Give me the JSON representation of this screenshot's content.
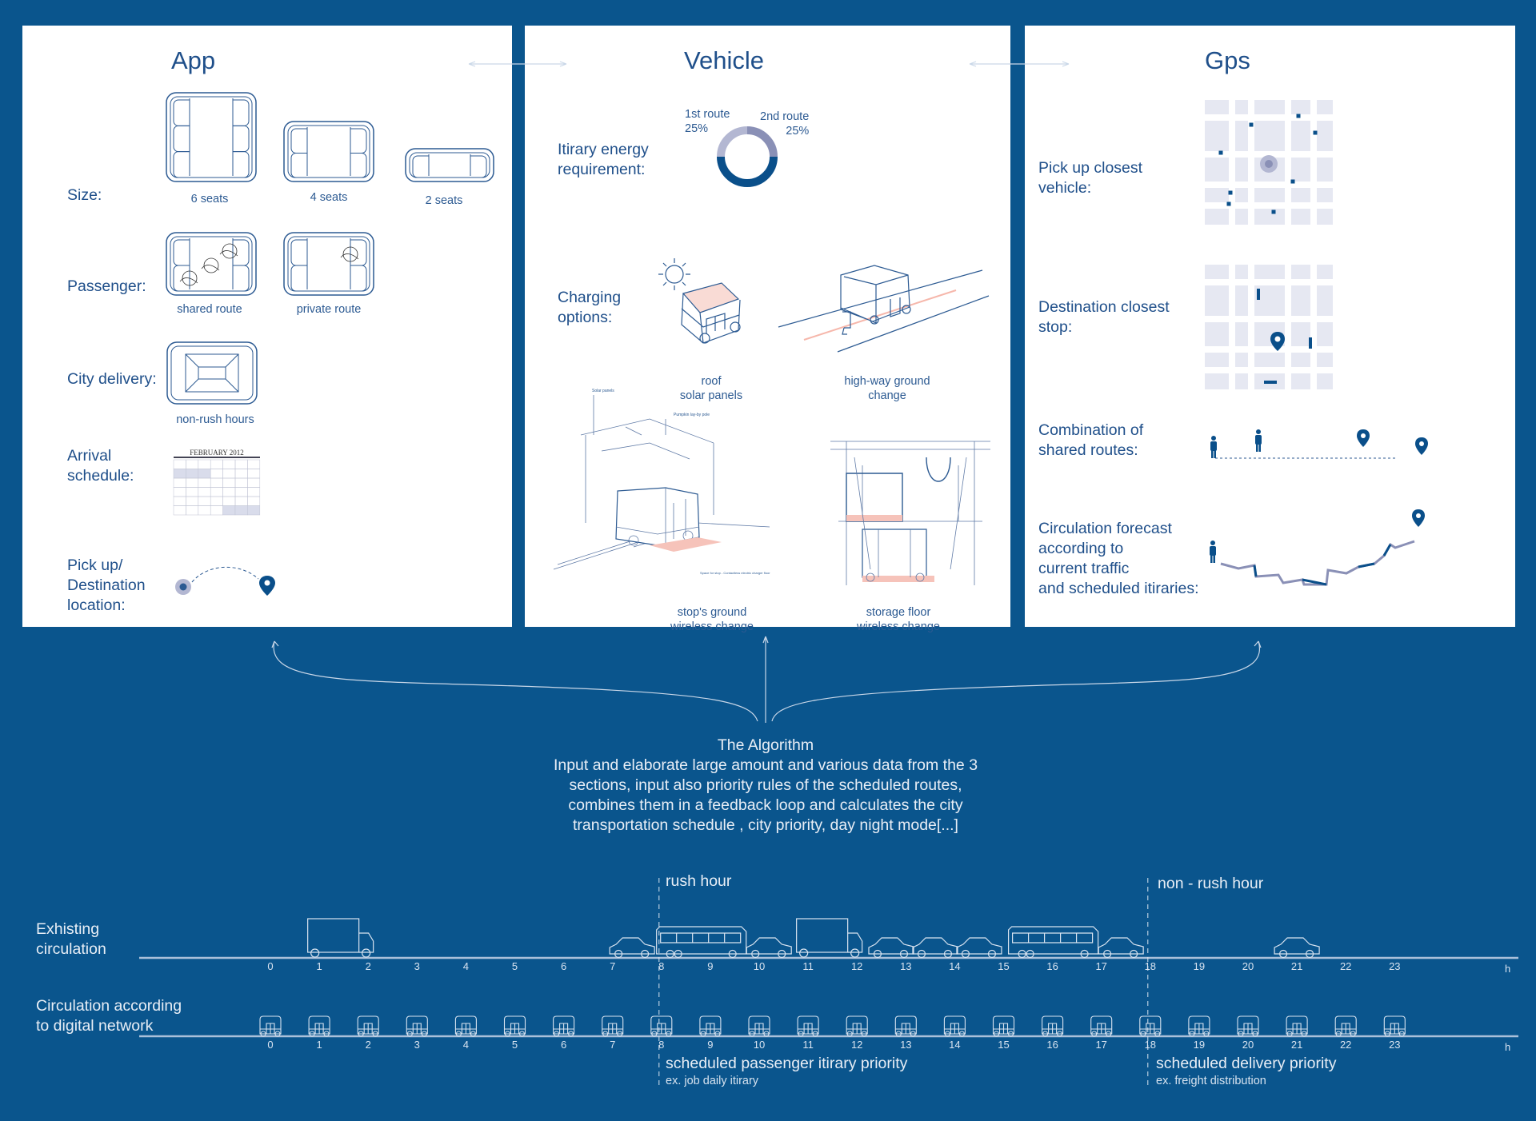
{
  "app": {
    "title": "App",
    "size_label": "Size:",
    "seats": [
      "6 seats",
      "4 seats",
      "2 seats"
    ],
    "passenger_label": "Passenger:",
    "passenger_options": [
      "shared route",
      "private route"
    ],
    "city_delivery_label": "City delivery:",
    "city_delivery_option": "non-rush hours",
    "arrival_label": "Arrival\nschedule:",
    "calendar_month": "FEBRUARY 2012",
    "pickup_label": "Pick up/\nDestination\nlocation:"
  },
  "vehicle": {
    "title": "Vehicle",
    "energy_label": "Itirary energy\nrequirement:",
    "routes": [
      {
        "name": "1st route",
        "pct": "25%",
        "value": 25,
        "color": "#b3b7d2"
      },
      {
        "name": "2nd route",
        "pct": "25%",
        "value": 25,
        "color": "#8a90b6"
      },
      {
        "name": "",
        "pct": "",
        "value": 50,
        "color": "#0a4f8a"
      }
    ],
    "charging_label": "Charging\noptions:",
    "charging": [
      "roof\nsolar panels",
      "high-way ground\nchange",
      "stop's ground\nwireless change",
      "storage floor\nwireless change"
    ],
    "sketch_notes": [
      "Solar panels",
      "Pumpkin lay-by pole",
      "Space for stop - Contactless electric charger floor"
    ]
  },
  "gps": {
    "title": "Gps",
    "pickup_label": "Pick up closest\nvehicle:",
    "destination_label": "Destination closest\nstop:",
    "combination_label": "Combination of\nshared routes:",
    "forecast_label": "Circulation forecast\naccording to\ncurrent traffic\nand scheduled itiraries:"
  },
  "algorithm": {
    "title": "The Algorithm",
    "text": "Input and elaborate large amount and various data from the 3 sections, input also priority rules of the scheduled routes, combines them in a feedback loop and calculates the city transportation schedule , city priority, day night mode[...]"
  },
  "timeline": {
    "hours": [
      "0",
      "1",
      "2",
      "3",
      "4",
      "5",
      "6",
      "7",
      "8",
      "9",
      "10",
      "11",
      "12",
      "13",
      "14",
      "15",
      "16",
      "17",
      "18",
      "19",
      "20",
      "21",
      "22",
      "23"
    ],
    "unit": "h",
    "existing_label": "Exhisting\ncirculation",
    "digital_label": "Circulation according\nto digital network",
    "rush_label": "rush hour",
    "nonrush_label": "non - rush hour",
    "rush_hour_start": 8,
    "nonrush_start": 18,
    "passenger_priority": "scheduled passenger itirary priority",
    "passenger_example": "ex. job daily itirary",
    "delivery_priority": "scheduled delivery priority",
    "delivery_example": "ex. freight distribution",
    "existing_vehicles": [
      {
        "type": "truck",
        "hour": 1.5
      },
      {
        "type": "car",
        "hour": 7.4
      },
      {
        "type": "bus",
        "hour": 8.8
      },
      {
        "type": "car",
        "hour": 10.2
      },
      {
        "type": "truck",
        "hour": 11.5
      },
      {
        "type": "car",
        "hour": 12.7
      },
      {
        "type": "car",
        "hour": 13.6
      },
      {
        "type": "car",
        "hour": 14.5
      },
      {
        "type": "bus",
        "hour": 16
      },
      {
        "type": "car",
        "hour": 17.4
      },
      {
        "type": "car",
        "hour": 21
      }
    ]
  },
  "colors": {
    "background": "#0a558d",
    "ink": "#1f4f8a",
    "accent_pink": "#f6cfc8"
  }
}
